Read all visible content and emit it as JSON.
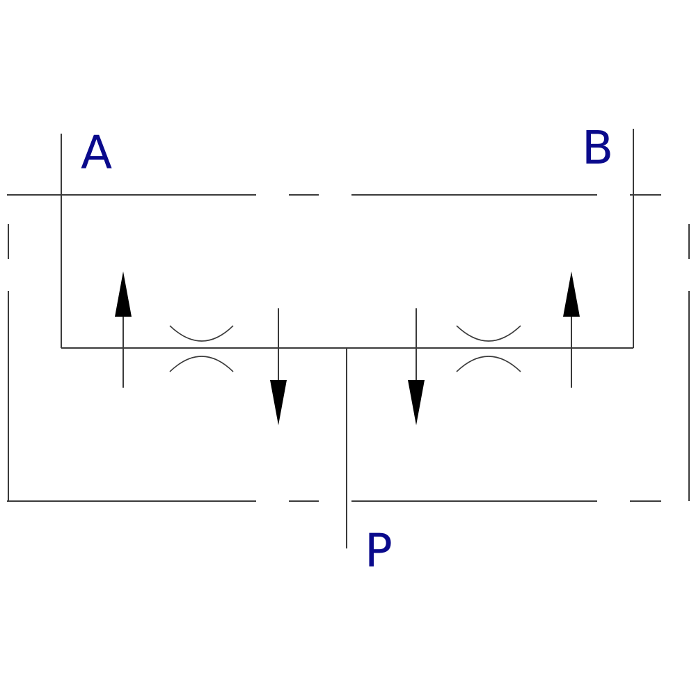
{
  "ports": {
    "a": {
      "label": "A"
    },
    "b": {
      "label": "B"
    },
    "p": {
      "label": "P"
    }
  },
  "colors": {
    "label": "#0a0a8c",
    "line": "#3a3a3a",
    "arrow": "#000000"
  },
  "symbols": {
    "orifices": [
      "orifice-left",
      "orifice-right"
    ],
    "arrows": [
      "up",
      "down",
      "down",
      "up"
    ]
  }
}
